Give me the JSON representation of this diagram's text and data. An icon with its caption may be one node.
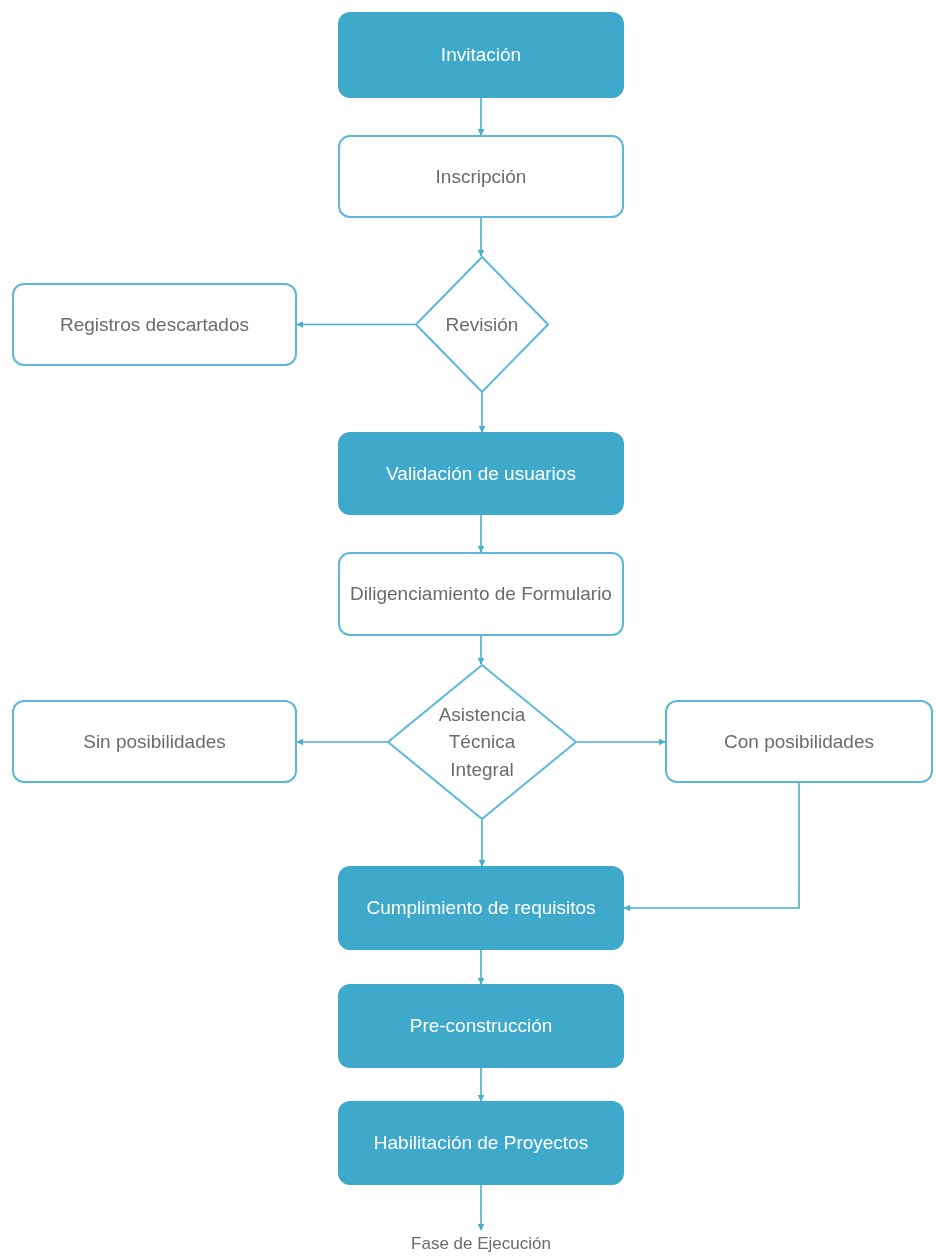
{
  "diagram": {
    "nodes": [
      {
        "text": [
          "Invitación"
        ]
      },
      {
        "text": [
          "Inscripción"
        ]
      },
      {
        "text": [
          "Revisión"
        ]
      },
      {
        "text": [
          "Registros descartados"
        ]
      },
      {
        "text": [
          "Validación de usuarios"
        ]
      },
      {
        "text": [
          "Diligenciamiento de Formulario"
        ]
      },
      {
        "text": [
          "Asistencia Técnica Integral"
        ]
      },
      {
        "text": [
          "Sin posibilidades"
        ]
      },
      {
        "text": [
          "Con posibilidades"
        ]
      },
      {
        "text": [
          "Cumplimiento de requisitos"
        ]
      },
      {
        "text": [
          "Pre-construcción"
        ]
      },
      {
        "text": [
          "Habilitación de Proyectos"
        ]
      },
      {
        "text": [
          "Fase de Ejecución"
        ]
      }
    ],
    "edges": [
      {
        "from": 0,
        "to": 1,
        "arrow": "to"
      },
      {
        "from": 1,
        "to": 2,
        "arrow": "to"
      },
      {
        "from": 2,
        "to": 3,
        "arrow": "to"
      },
      {
        "from": 2,
        "to": 4,
        "arrow": "to"
      },
      {
        "from": 4,
        "to": 5,
        "arrow": "to"
      },
      {
        "from": 5,
        "to": 6,
        "arrow": "to"
      },
      {
        "from": 6,
        "to": 7,
        "arrow": "to"
      },
      {
        "from": 6,
        "to": 8,
        "arrow": "to"
      },
      {
        "from": 6,
        "to": 9,
        "arrow": "to"
      },
      {
        "from": 8,
        "to": 9,
        "arrow": "to"
      },
      {
        "from": 9,
        "to": 10,
        "arrow": "to"
      },
      {
        "from": 10,
        "to": 11,
        "arrow": "to"
      },
      {
        "from": 11,
        "to": 12,
        "arrow": "to"
      }
    ]
  }
}
